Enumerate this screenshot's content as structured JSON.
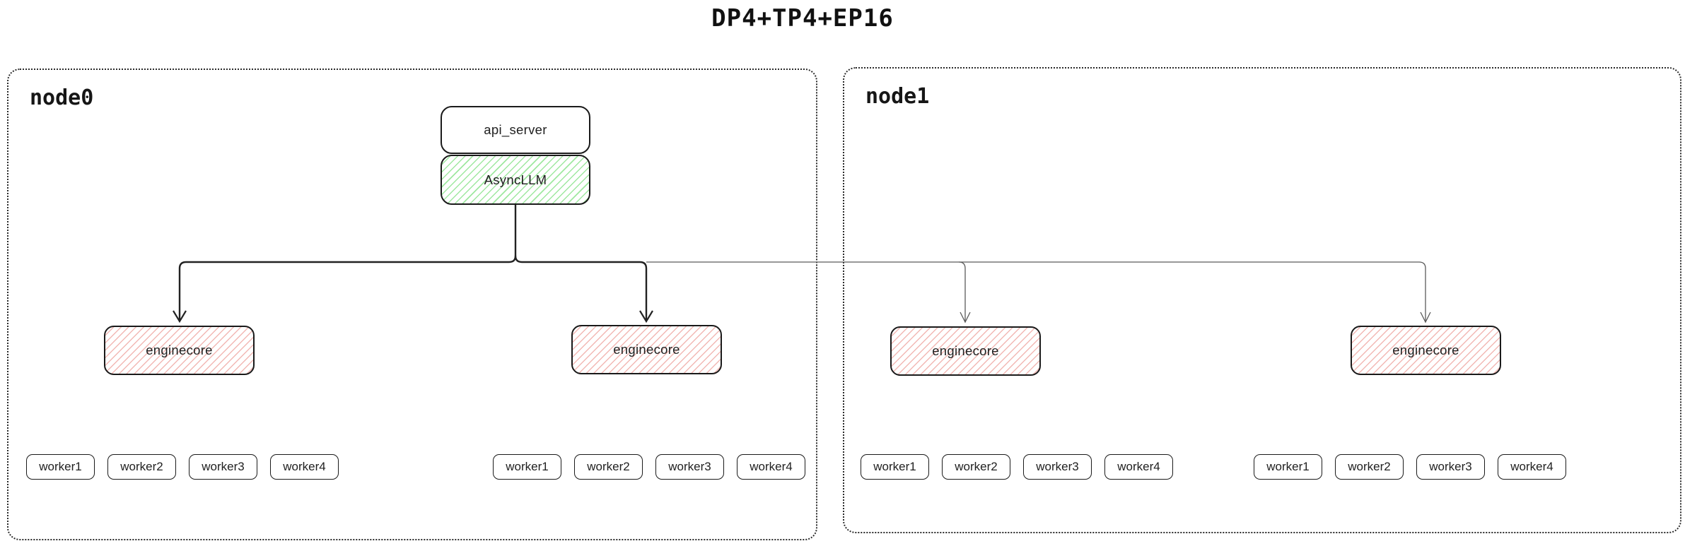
{
  "title": "DP4+TP4+EP16",
  "nodes": [
    {
      "label": "node0"
    },
    {
      "label": "node1"
    }
  ],
  "stack": {
    "api_server": "api_server",
    "async_llm": "AsyncLLM"
  },
  "enginecores": [
    "enginecore",
    "enginecore",
    "enginecore",
    "enginecore"
  ],
  "worker_groups": [
    {
      "workers": [
        "worker1",
        "worker2",
        "worker3",
        "worker4"
      ]
    },
    {
      "workers": [
        "worker1",
        "worker2",
        "worker3",
        "worker4"
      ]
    },
    {
      "workers": [
        "worker1",
        "worker2",
        "worker3",
        "worker4"
      ]
    },
    {
      "workers": [
        "worker1",
        "worker2",
        "worker3",
        "worker4"
      ]
    }
  ],
  "colors": {
    "border": "#1a1a1a",
    "container_dotted": "#2b2b2b",
    "green_hatch": "#9fe8a0",
    "red_hatch": "#f2b8b4",
    "thick_connector": "#222222",
    "thin_connector": "#5a5a5a"
  }
}
